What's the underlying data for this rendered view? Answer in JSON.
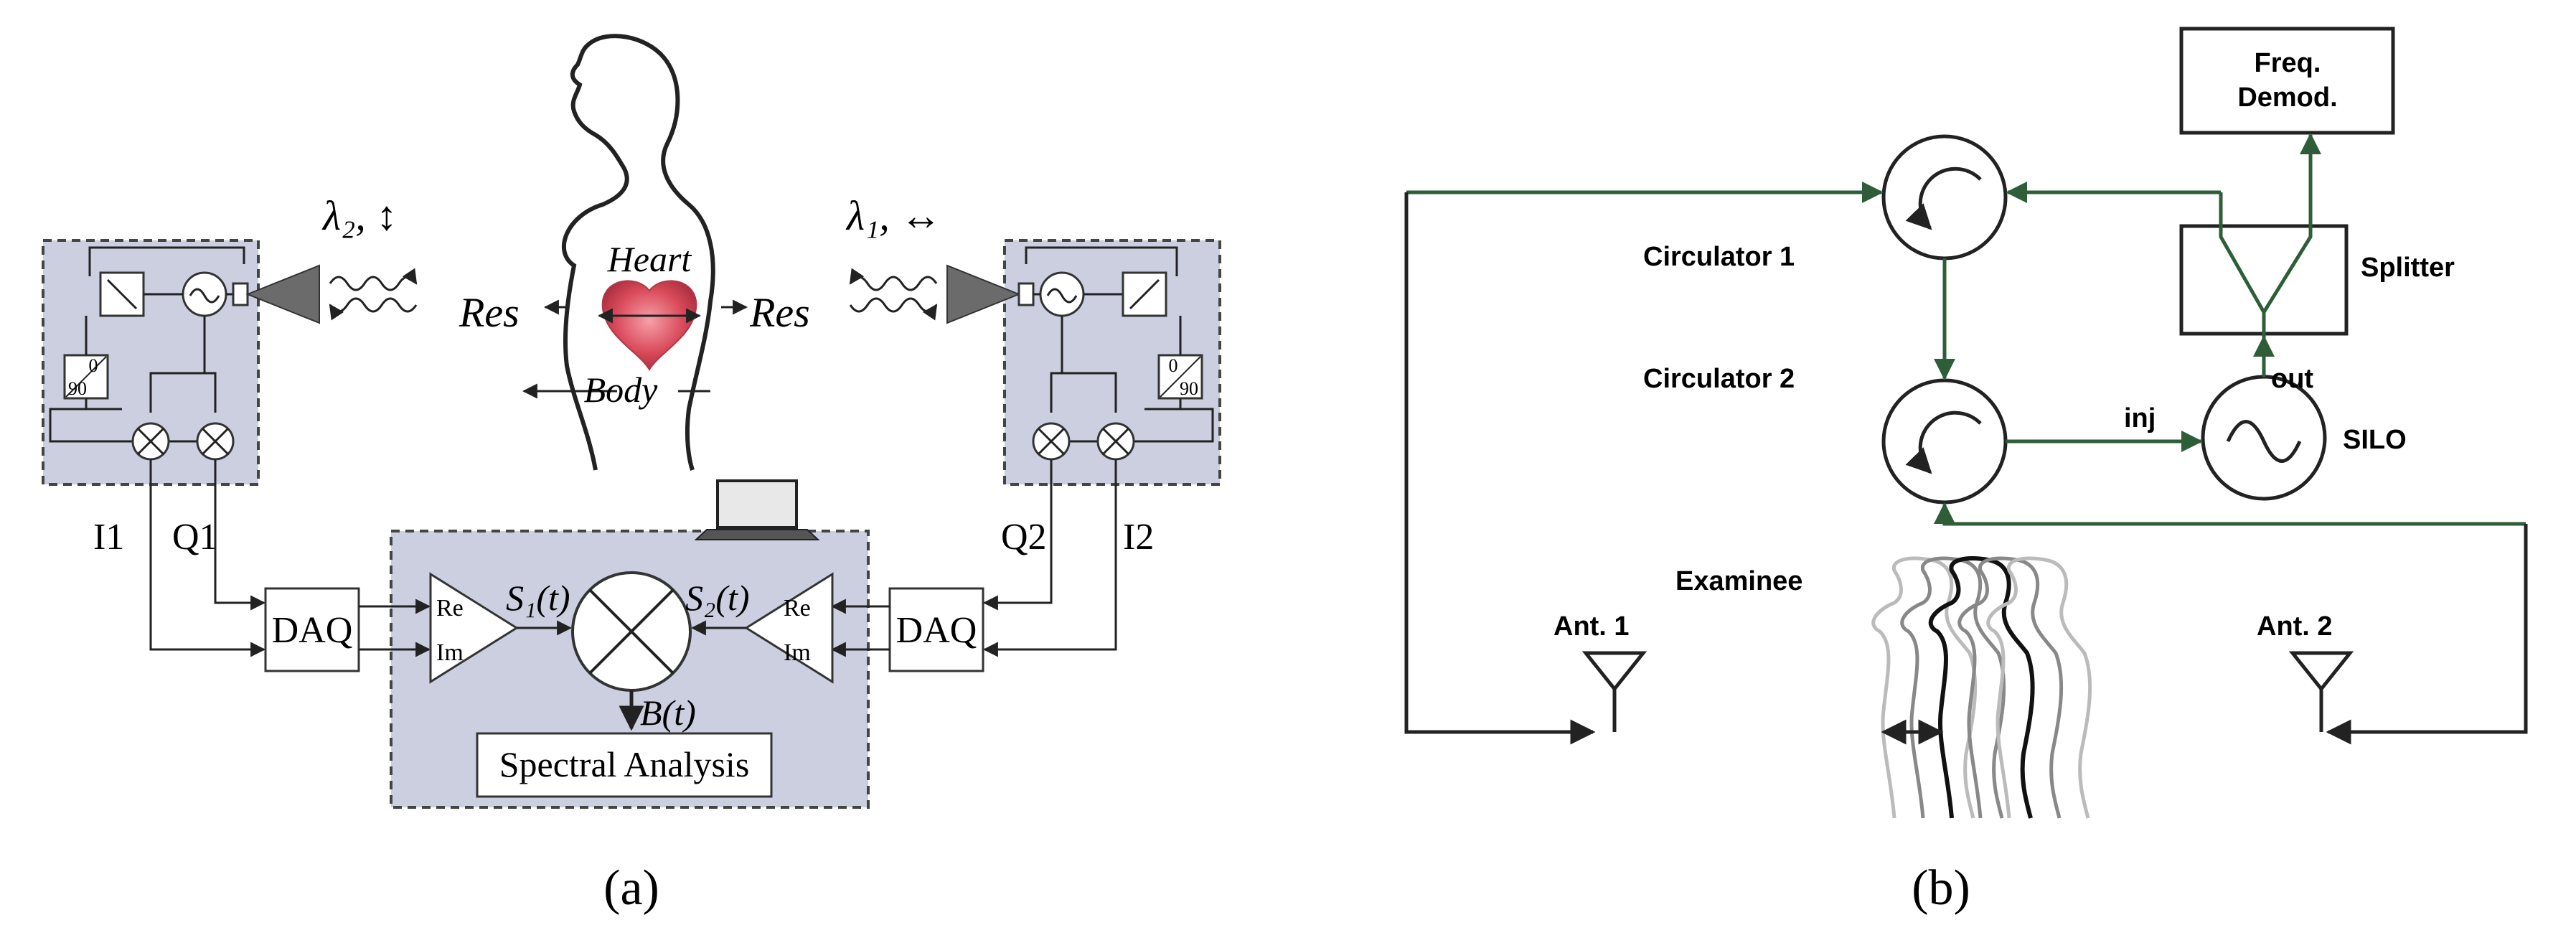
{
  "panel_a": {
    "caption": "(a)",
    "wave_left_label": "λ₂, ↕",
    "wave_right_label": "λ₁, ↔",
    "heart_label": "Heart",
    "body_label": "Body",
    "res_left_label": "Res",
    "res_right_label": "Res",
    "i1_label": "I1",
    "q1_label": "Q1",
    "q2_label": "Q2",
    "i2_label": "I2",
    "daq_left_label": "DAQ",
    "daq_right_label": "DAQ",
    "re_left_label": "Re",
    "im_left_label": "Im",
    "re_right_label": "Re",
    "im_right_label": "Im",
    "s1_label": "S₁(t)",
    "s2_label": "S₂(t)",
    "bt_label": "B(t)",
    "spectral_label": "Spectral Analysis",
    "phase_left_top": "0",
    "phase_left_bottom": "90",
    "phase_right_top": "0",
    "phase_right_bottom": "90"
  },
  "panel_b": {
    "caption": "(b)",
    "freq_demod_line1": "Freq.",
    "freq_demod_line2": "Demod.",
    "circulator1_label": "Circulator 1",
    "circulator2_label": "Circulator 2",
    "splitter_label": "Splitter",
    "silo_label": "SILO",
    "inj_label": "inj",
    "out_label": "out",
    "examinee_label": "Examinee",
    "ant1_label": "Ant. 1",
    "ant2_label": "Ant. 2"
  },
  "colors": {
    "signal_line_b": "#2e5e38",
    "dashed_panel_fill": "#cbcfe0",
    "heart": "#d94a5a"
  }
}
